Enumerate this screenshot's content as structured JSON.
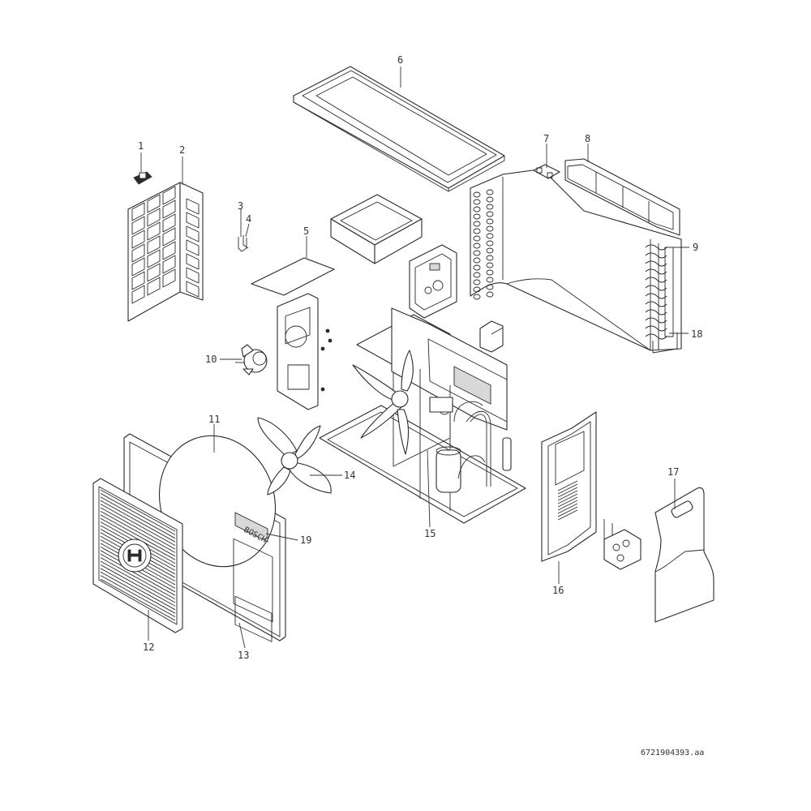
{
  "figure": {
    "reference_code": "6721904393.aa"
  },
  "callouts": [
    {
      "id": "1",
      "text": "1"
    },
    {
      "id": "2",
      "text": "2"
    },
    {
      "id": "3",
      "text": "3"
    },
    {
      "id": "4",
      "text": "4"
    },
    {
      "id": "5",
      "text": "5"
    },
    {
      "id": "6",
      "text": "6"
    },
    {
      "id": "7",
      "text": "7"
    },
    {
      "id": "8",
      "text": "8"
    },
    {
      "id": "9",
      "text": "9"
    },
    {
      "id": "10",
      "text": "10"
    },
    {
      "id": "11",
      "text": "11"
    },
    {
      "id": "12",
      "text": "12"
    },
    {
      "id": "13",
      "text": "13"
    },
    {
      "id": "14",
      "text": "14"
    },
    {
      "id": "15",
      "text": "15"
    },
    {
      "id": "16",
      "text": "16"
    },
    {
      "id": "17",
      "text": "17"
    },
    {
      "id": "18",
      "text": "18"
    },
    {
      "id": "19",
      "text": "19"
    }
  ],
  "logo": {
    "text": "BOSCH",
    "icon": "bosch-armature-logo"
  },
  "colors": {
    "line": "#2a2a2a",
    "fill": "#ffffff",
    "shade": "#d8d8d8"
  }
}
